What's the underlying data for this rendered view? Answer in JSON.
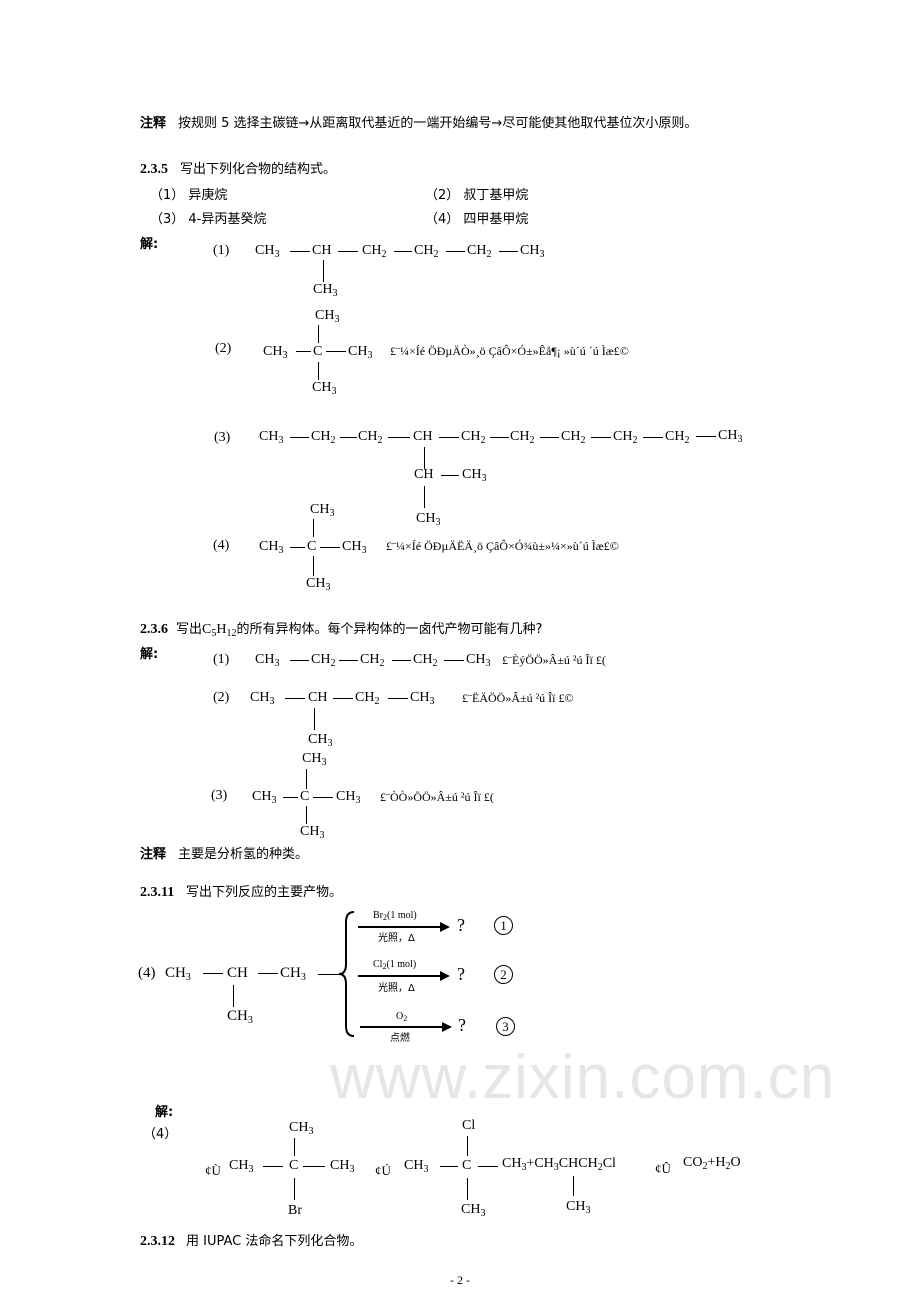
{
  "watermark": "www.zixin.com.cn",
  "note1": {
    "label": "注释",
    "text": "按规则 5 选择主碳链→从距离取代基近的一端开始编号→尽可能使其他取代基位次小原则。"
  },
  "s235": {
    "num": "2.3.5",
    "title": "写出下列化合物的结构式。",
    "items": [
      "（1）  异庚烷",
      "（2）  叔丁基甲烷",
      "（3）  4-异丙基癸烷",
      "（4）  四甲基甲烷"
    ],
    "answer": "解:",
    "a1": {
      "label": "(1)",
      "chain": [
        "CH3",
        "CH",
        "CH2",
        "CH2",
        "CH2",
        "CH3"
      ],
      "branch": "CH3"
    },
    "a2": {
      "label": "(2)",
      "left": "CH3",
      "center": "C",
      "right": "CH3",
      "top": "CH3",
      "bottom": "CH3",
      "garbled": "£¨¼×Íé ÖÐµÄÒ»¸ö ÇâÔ­×Ó±»Êå¶¡ »ù´ú ´ú Ìæ£©"
    },
    "a3": {
      "label": "(3)",
      "chain": [
        "CH3",
        "CH2",
        "CH2",
        "CH",
        "CH2",
        "CH2",
        "CH2",
        "CH2",
        "CH2",
        "CH3"
      ],
      "branch1": "CH",
      "branch1_right": "CH3",
      "branch2": "CH3"
    },
    "a4": {
      "label": "(4)",
      "left": "CH3",
      "center": "C",
      "right": "CH3",
      "top": "CH3",
      "bottom": "CH3",
      "garbled": "£¨¼×Íé ÖÐµÄËÄ¸ö ÇâÔ­×Ó¾ù±»¼×»ù´ú Ìæ£©"
    }
  },
  "s236": {
    "num": "2.3.6",
    "title_pre": "写出 ",
    "formula": "C5H12",
    "title_post": " 的所有异构体。每个异构体的一卤代产物可能有几种?",
    "answer": "解:",
    "a1": {
      "label": "(1)",
      "chain": [
        "CH3",
        "CH2",
        "CH2",
        "CH2",
        "CH3"
      ],
      "garbled": "£¨ÈýÖÖ»Â±ú ²ú Îï £("
    },
    "a2": {
      "label": "(2)",
      "chain": [
        "CH3",
        "CH",
        "CH2",
        "CH3"
      ],
      "branch": "CH3",
      "garbled": "£¨ËÄÖÖ»Â±ú ²ú Îï £©"
    },
    "a3": {
      "label": "(3)",
      "left": "CH3",
      "center": "C",
      "right": "CH3",
      "top": "CH3",
      "bottom": "CH3",
      "garbled": "£¨ÒÒ»ÖÖ»Â±ú ²ú Îï £("
    }
  },
  "note2": {
    "label": "注释",
    "text": "主要是分析氢的种类。"
  },
  "s2311": {
    "num": "2.3.11",
    "title": "写出下列反应的主要产物。",
    "reactant": {
      "label": "(4)",
      "left": "CH3",
      "center": "CH",
      "right": "CH3",
      "bottom": "CH3"
    },
    "reactions": [
      {
        "above": "Br2(1 mol)",
        "below": "光照，Δ",
        "product": "?",
        "num": "1"
      },
      {
        "above": "Cl2(1 mol)",
        "below": "光照，Δ",
        "product": "?",
        "num": "2"
      },
      {
        "above": "O2",
        "below": "点燃",
        "product": "?",
        "num": "3"
      }
    ]
  },
  "ans": {
    "label": "解:",
    "num": "（4）",
    "p1_mark": "¢Ù",
    "p1": {
      "left": "CH3",
      "center": "C",
      "right": "CH3",
      "top": "CH3",
      "bottom": "Br"
    },
    "p2_mark": "¢Ú",
    "p2": {
      "left": "CH3",
      "center": "C",
      "right": "CH3+CH3CHCH2Cl",
      "top": "Cl",
      "bottom": "CH3",
      "branch": "CH3"
    },
    "p3_mark": "¢Û",
    "p3": "CO2+H2O"
  },
  "s2312": {
    "num": "2.3.12",
    "title": "用 IUPAC 法命名下列化合物。"
  },
  "page_number": "- 2 -"
}
